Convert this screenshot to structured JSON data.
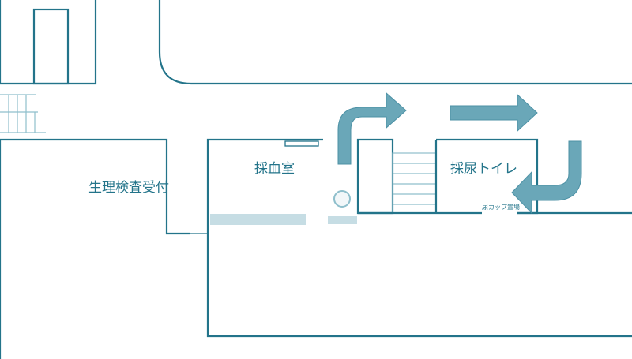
{
  "map": {
    "labels": {
      "reception": "生理検査受付",
      "blood_collection_room": "採血室",
      "urine_collection_toilet": "採尿トイレ",
      "urine_cup_placement": "尿カップ置場"
    },
    "colors": {
      "wall": "#23748a",
      "arrow": "#6aa7b8",
      "counter": "#c6dde4",
      "stairs": "#8fbfcc"
    }
  }
}
